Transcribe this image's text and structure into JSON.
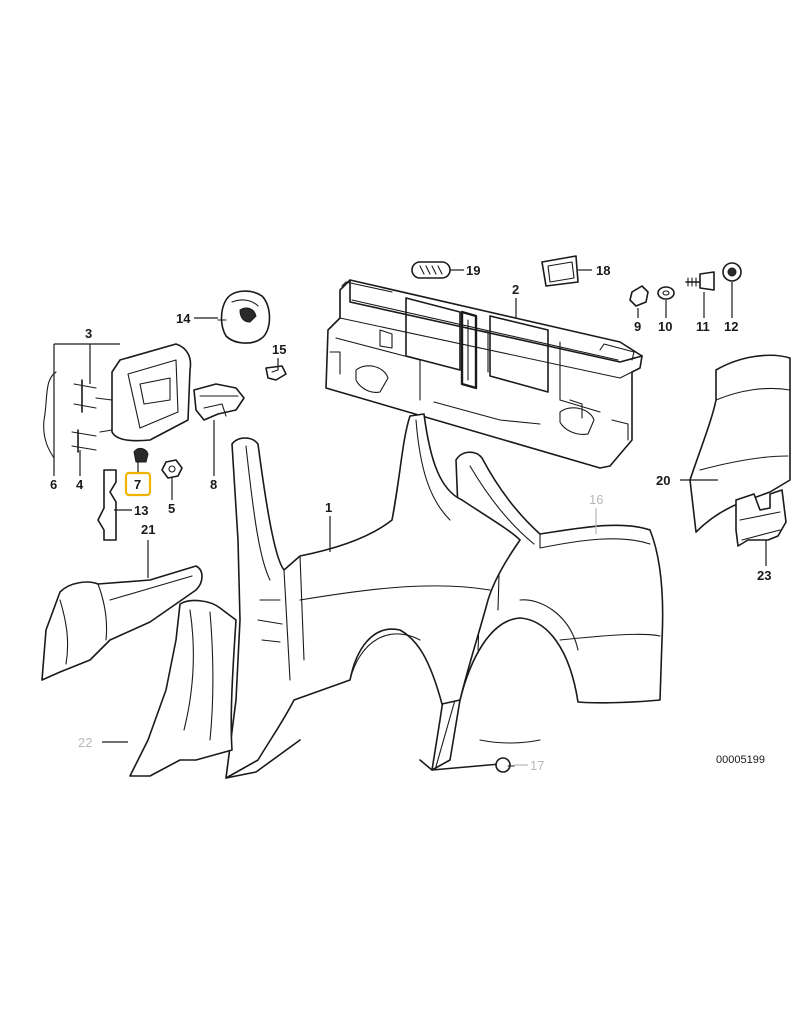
{
  "diagram": {
    "drawing_code": "00005199",
    "highlight_color": "#f0b400",
    "parts": [
      {
        "id": "p1",
        "label": "1",
        "style": "normal"
      },
      {
        "id": "p2",
        "label": "2",
        "style": "normal"
      },
      {
        "id": "p3",
        "label": "3",
        "style": "normal"
      },
      {
        "id": "p4",
        "label": "4",
        "style": "normal"
      },
      {
        "id": "p5",
        "label": "5",
        "style": "normal"
      },
      {
        "id": "p6",
        "label": "6",
        "style": "normal"
      },
      {
        "id": "p7",
        "label": "7",
        "style": "highlighted"
      },
      {
        "id": "p8",
        "label": "8",
        "style": "normal"
      },
      {
        "id": "p9",
        "label": "9",
        "style": "normal"
      },
      {
        "id": "p10",
        "label": "10",
        "style": "normal"
      },
      {
        "id": "p11",
        "label": "11",
        "style": "normal"
      },
      {
        "id": "p12",
        "label": "12",
        "style": "normal"
      },
      {
        "id": "p13",
        "label": "13",
        "style": "normal"
      },
      {
        "id": "p14",
        "label": "14",
        "style": "normal"
      },
      {
        "id": "p15",
        "label": "15",
        "style": "normal"
      },
      {
        "id": "p16",
        "label": "16",
        "style": "greyed"
      },
      {
        "id": "p17",
        "label": "17",
        "style": "greyed"
      },
      {
        "id": "p18",
        "label": "18",
        "style": "normal"
      },
      {
        "id": "p19",
        "label": "19",
        "style": "normal"
      },
      {
        "id": "p20",
        "label": "20",
        "style": "normal"
      },
      {
        "id": "p21",
        "label": "21",
        "style": "normal"
      },
      {
        "id": "p22",
        "label": "22",
        "style": "greyed"
      },
      {
        "id": "p23",
        "label": "23",
        "style": "normal"
      }
    ]
  }
}
